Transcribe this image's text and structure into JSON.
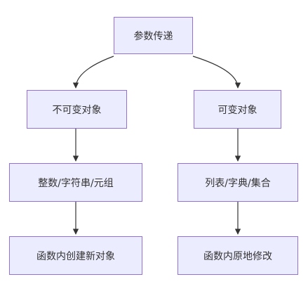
{
  "nodes": {
    "root": "参数传递",
    "immutable": "不可变对象",
    "mutable": "可变对象",
    "immutable_examples": "整数/字符串/元组",
    "mutable_examples": "列表/字典/集合",
    "immutable_effect": "函数内创建新对象",
    "mutable_effect": "函数内原地修改"
  },
  "edges": [
    {
      "from": "root",
      "to": "immutable"
    },
    {
      "from": "root",
      "to": "mutable"
    },
    {
      "from": "immutable",
      "to": "immutable_examples"
    },
    {
      "from": "mutable",
      "to": "mutable_examples"
    },
    {
      "from": "immutable_examples",
      "to": "immutable_effect"
    },
    {
      "from": "mutable_examples",
      "to": "mutable_effect"
    }
  ],
  "colors": {
    "node_fill": "#ECECFF",
    "node_border": "#9370DB",
    "edge": "#333333",
    "text": "#333333"
  }
}
